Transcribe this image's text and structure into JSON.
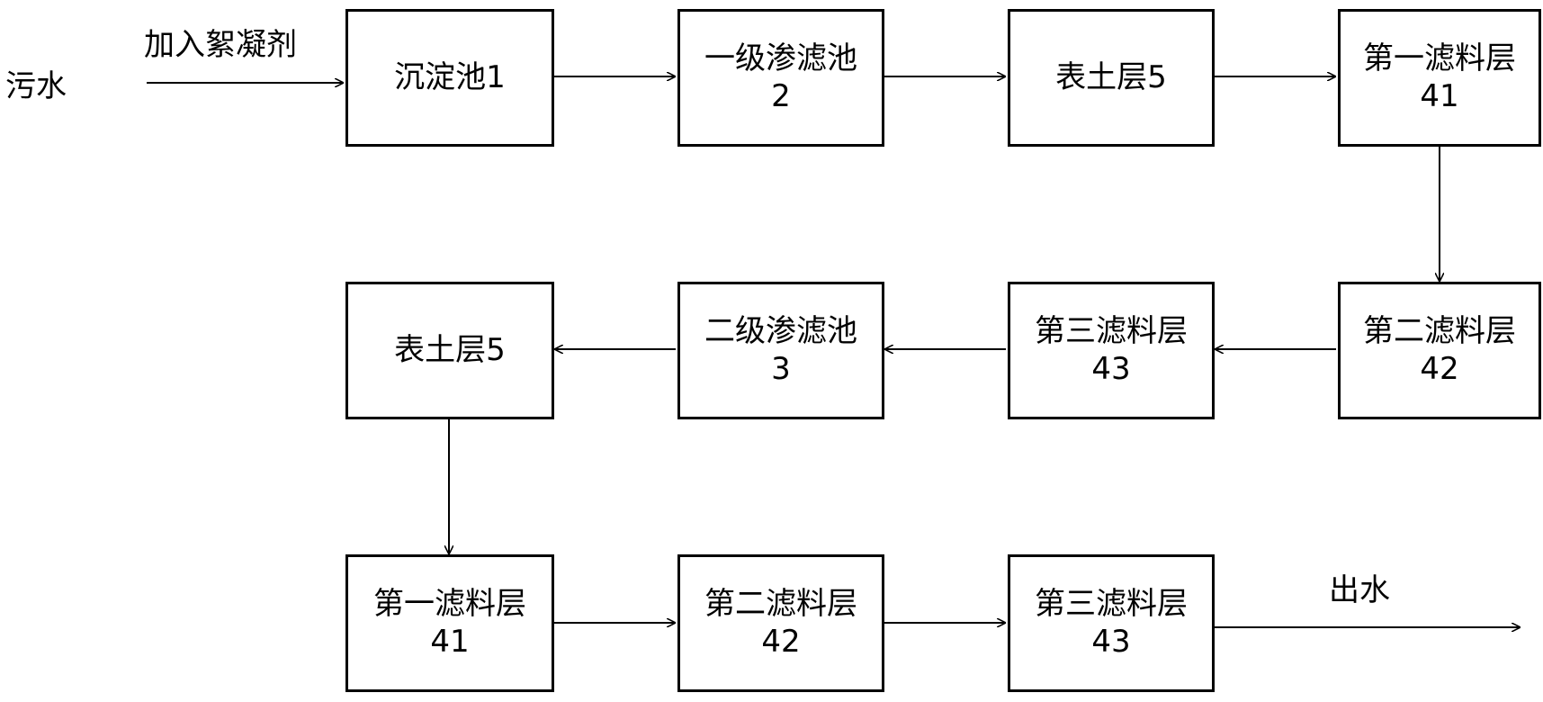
{
  "input_label": "污水",
  "flocculant_label": "加入絮凝剂",
  "output_label": "出水",
  "colors": {
    "line": "#000000",
    "box_border": "#000000",
    "background": "#ffffff"
  },
  "boxes": {
    "sed_tank": {
      "line1": "沉淀池1",
      "line2": ""
    },
    "filter1": {
      "line1": "一级渗滤池",
      "line2": "2"
    },
    "top1": {
      "line1": "表土层5",
      "line2": ""
    },
    "f1_a": {
      "line1": "第一滤料层",
      "line2": "41"
    },
    "f2_a": {
      "line1": "第二滤料层",
      "line2": "42"
    },
    "f3_a": {
      "line1": "第三滤料层",
      "line2": "43"
    },
    "filter2": {
      "line1": "二级渗滤池",
      "line2": "3"
    },
    "top2": {
      "line1": "表土层5",
      "line2": ""
    },
    "f1_b": {
      "line1": "第一滤料层",
      "line2": "41"
    },
    "f2_b": {
      "line1": "第二滤料层",
      "line2": "42"
    },
    "f3_b": {
      "line1": "第三滤料层",
      "line2": "43"
    }
  }
}
